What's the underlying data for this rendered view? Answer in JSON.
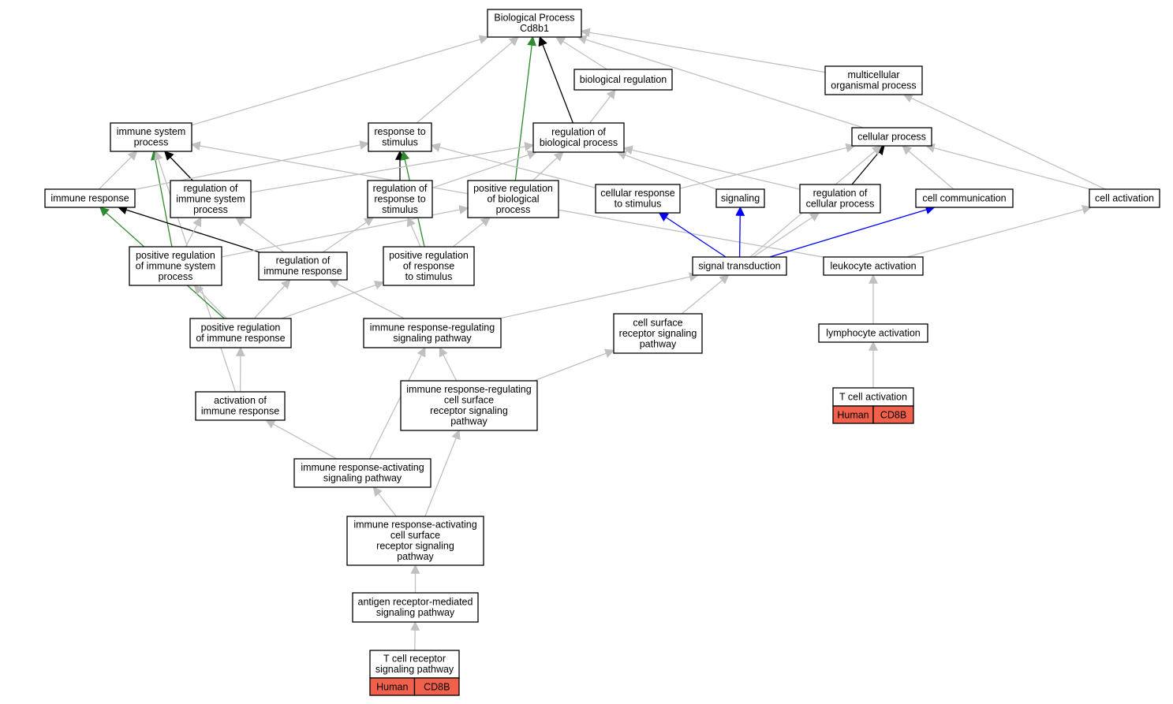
{
  "colors": {
    "gray": "#c0c0c0",
    "black": "#000000",
    "green": "#2e8b2e",
    "blue": "#0000ff",
    "highlight": "#f0604a"
  },
  "nodes": [
    {
      "id": "bp",
      "lines": [
        "Biological Process",
        "Cd8b1"
      ]
    },
    {
      "id": "bioreg",
      "lines": [
        "biological regulation"
      ]
    },
    {
      "id": "multi",
      "lines": [
        "multicellular",
        "organismal process"
      ]
    },
    {
      "id": "immsys",
      "lines": [
        "immune system",
        "process"
      ]
    },
    {
      "id": "resp",
      "lines": [
        "response to",
        "stimulus"
      ]
    },
    {
      "id": "regbio",
      "lines": [
        "regulation of",
        "biological process"
      ]
    },
    {
      "id": "cellproc",
      "lines": [
        "cellular process"
      ]
    },
    {
      "id": "immresp",
      "lines": [
        "immune response"
      ]
    },
    {
      "id": "regimmsys",
      "lines": [
        "regulation of",
        "immune system",
        "process"
      ]
    },
    {
      "id": "regresp",
      "lines": [
        "regulation of",
        "response to",
        "stimulus"
      ]
    },
    {
      "id": "posregbio",
      "lines": [
        "positive regulation",
        "of biological",
        "process"
      ]
    },
    {
      "id": "cellresp",
      "lines": [
        "cellular response",
        "to stimulus"
      ]
    },
    {
      "id": "signaling",
      "lines": [
        "signaling"
      ]
    },
    {
      "id": "regcell",
      "lines": [
        "regulation of",
        "cellular process"
      ]
    },
    {
      "id": "cellcomm",
      "lines": [
        "cell communication"
      ]
    },
    {
      "id": "cellact",
      "lines": [
        "cell activation"
      ]
    },
    {
      "id": "posregimmsys",
      "lines": [
        "positive regulation",
        "of immune system",
        "process"
      ]
    },
    {
      "id": "regimmresp",
      "lines": [
        "regulation of",
        "immune response"
      ]
    },
    {
      "id": "posregresp",
      "lines": [
        "positive regulation",
        "of response",
        "to stimulus"
      ]
    },
    {
      "id": "sigtrans",
      "lines": [
        "signal transduction"
      ]
    },
    {
      "id": "leukact",
      "lines": [
        "leukocyte activation"
      ]
    },
    {
      "id": "posregimmresp",
      "lines": [
        "positive regulation",
        "of immune response"
      ]
    },
    {
      "id": "irrsp",
      "lines": [
        "immune response-regulating",
        "signaling pathway"
      ]
    },
    {
      "id": "csrsp",
      "lines": [
        "cell surface",
        "receptor signaling",
        "pathway"
      ]
    },
    {
      "id": "lymphact",
      "lines": [
        "lymphocyte activation"
      ]
    },
    {
      "id": "tcellact",
      "lines": [
        "T cell activation"
      ],
      "cells": [
        "Human",
        "CD8B"
      ]
    },
    {
      "id": "actimmresp",
      "lines": [
        "activation of",
        "immune response"
      ]
    },
    {
      "id": "irrcsrsp",
      "lines": [
        "immune response-regulating",
        "cell surface",
        "receptor signaling",
        "pathway"
      ]
    },
    {
      "id": "irasp",
      "lines": [
        "immune response-activating",
        "signaling pathway"
      ]
    },
    {
      "id": "iracsrsp",
      "lines": [
        "immune response-activating",
        "cell surface",
        "receptor signaling",
        "pathway"
      ]
    },
    {
      "id": "arsp",
      "lines": [
        "antigen receptor-mediated",
        "signaling pathway"
      ]
    },
    {
      "id": "tcrsp",
      "lines": [
        "T cell receptor",
        "signaling pathway"
      ],
      "cells": [
        "Human",
        "CD8B"
      ]
    }
  ],
  "edges": [
    {
      "from": "immsys",
      "to": "bp",
      "color": "gray"
    },
    {
      "from": "resp",
      "to": "bp",
      "color": "gray"
    },
    {
      "from": "posregbio",
      "to": "bp",
      "color": "green"
    },
    {
      "from": "regbio",
      "to": "bp",
      "color": "black"
    },
    {
      "from": "bioreg",
      "to": "bp",
      "color": "gray"
    },
    {
      "from": "multi",
      "to": "bp",
      "color": "gray"
    },
    {
      "from": "cellproc",
      "to": "bp",
      "color": "gray"
    },
    {
      "from": "regbio",
      "to": "bioreg",
      "color": "gray"
    },
    {
      "from": "cellact",
      "to": "multi",
      "color": "gray"
    },
    {
      "from": "immresp",
      "to": "immsys",
      "color": "gray"
    },
    {
      "from": "regimmsys",
      "to": "immsys",
      "color": "black"
    },
    {
      "from": "posregimmsys",
      "to": "immsys",
      "color": "green"
    },
    {
      "from": "actimmresp",
      "to": "immsys",
      "color": "gray"
    },
    {
      "from": "leukact",
      "to": "immsys",
      "color": "gray"
    },
    {
      "from": "regresp",
      "to": "resp",
      "color": "black"
    },
    {
      "from": "posregresp",
      "to": "resp",
      "color": "green"
    },
    {
      "from": "cellresp",
      "to": "resp",
      "color": "gray"
    },
    {
      "from": "immresp",
      "to": "resp",
      "color": "gray"
    },
    {
      "from": "regimmsys",
      "to": "regbio",
      "color": "gray"
    },
    {
      "from": "regresp",
      "to": "regbio",
      "color": "gray"
    },
    {
      "from": "posregbio",
      "to": "regbio",
      "color": "gray"
    },
    {
      "from": "regcell",
      "to": "regbio",
      "color": "gray"
    },
    {
      "from": "signaling",
      "to": "regbio",
      "color": "gray"
    },
    {
      "from": "regcell",
      "to": "cellproc",
      "color": "black"
    },
    {
      "from": "cellcomm",
      "to": "cellproc",
      "color": "gray"
    },
    {
      "from": "cellresp",
      "to": "cellproc",
      "color": "gray"
    },
    {
      "from": "cellact",
      "to": "cellproc",
      "color": "gray"
    },
    {
      "from": "sigtrans",
      "to": "cellproc",
      "color": "gray"
    },
    {
      "from": "posregimmresp",
      "to": "immresp",
      "color": "green"
    },
    {
      "from": "regimmresp",
      "to": "immresp",
      "color": "black"
    },
    {
      "from": "posregimmsys",
      "to": "regimmsys",
      "color": "gray"
    },
    {
      "from": "regimmresp",
      "to": "regimmsys",
      "color": "gray"
    },
    {
      "from": "posregresp",
      "to": "regresp",
      "color": "gray"
    },
    {
      "from": "regimmresp",
      "to": "regresp",
      "color": "gray"
    },
    {
      "from": "posregimmsys",
      "to": "posregbio",
      "color": "gray"
    },
    {
      "from": "posregresp",
      "to": "posregbio",
      "color": "gray"
    },
    {
      "from": "sigtrans",
      "to": "cellresp",
      "color": "blue"
    },
    {
      "from": "sigtrans",
      "to": "signaling",
      "color": "blue"
    },
    {
      "from": "sigtrans",
      "to": "regcell",
      "color": "gray"
    },
    {
      "from": "sigtrans",
      "to": "cellcomm",
      "color": "blue"
    },
    {
      "from": "leukact",
      "to": "cellact",
      "color": "gray"
    },
    {
      "from": "posregimmresp",
      "to": "posregimmsys",
      "color": "gray"
    },
    {
      "from": "posregimmresp",
      "to": "regimmresp",
      "color": "gray"
    },
    {
      "from": "posregimmresp",
      "to": "posregresp",
      "color": "gray"
    },
    {
      "from": "irrsp",
      "to": "regimmresp",
      "color": "gray"
    },
    {
      "from": "irrsp",
      "to": "sigtrans",
      "color": "gray"
    },
    {
      "from": "csrsp",
      "to": "sigtrans",
      "color": "gray"
    },
    {
      "from": "lymphact",
      "to": "leukact",
      "color": "gray"
    },
    {
      "from": "actimmresp",
      "to": "posregimmresp",
      "color": "gray"
    },
    {
      "from": "irrcsrsp",
      "to": "irrsp",
      "color": "gray"
    },
    {
      "from": "irasp",
      "to": "irrsp",
      "color": "gray"
    },
    {
      "from": "irrcsrsp",
      "to": "csrsp",
      "color": "gray"
    },
    {
      "from": "tcellact",
      "to": "lymphact",
      "color": "gray"
    },
    {
      "from": "irasp",
      "to": "actimmresp",
      "color": "gray"
    },
    {
      "from": "iracsrsp",
      "to": "irasp",
      "color": "gray"
    },
    {
      "from": "iracsrsp",
      "to": "irrcsrsp",
      "color": "gray"
    },
    {
      "from": "arsp",
      "to": "iracsrsp",
      "color": "gray"
    },
    {
      "from": "tcrsp",
      "to": "arsp",
      "color": "gray"
    }
  ]
}
